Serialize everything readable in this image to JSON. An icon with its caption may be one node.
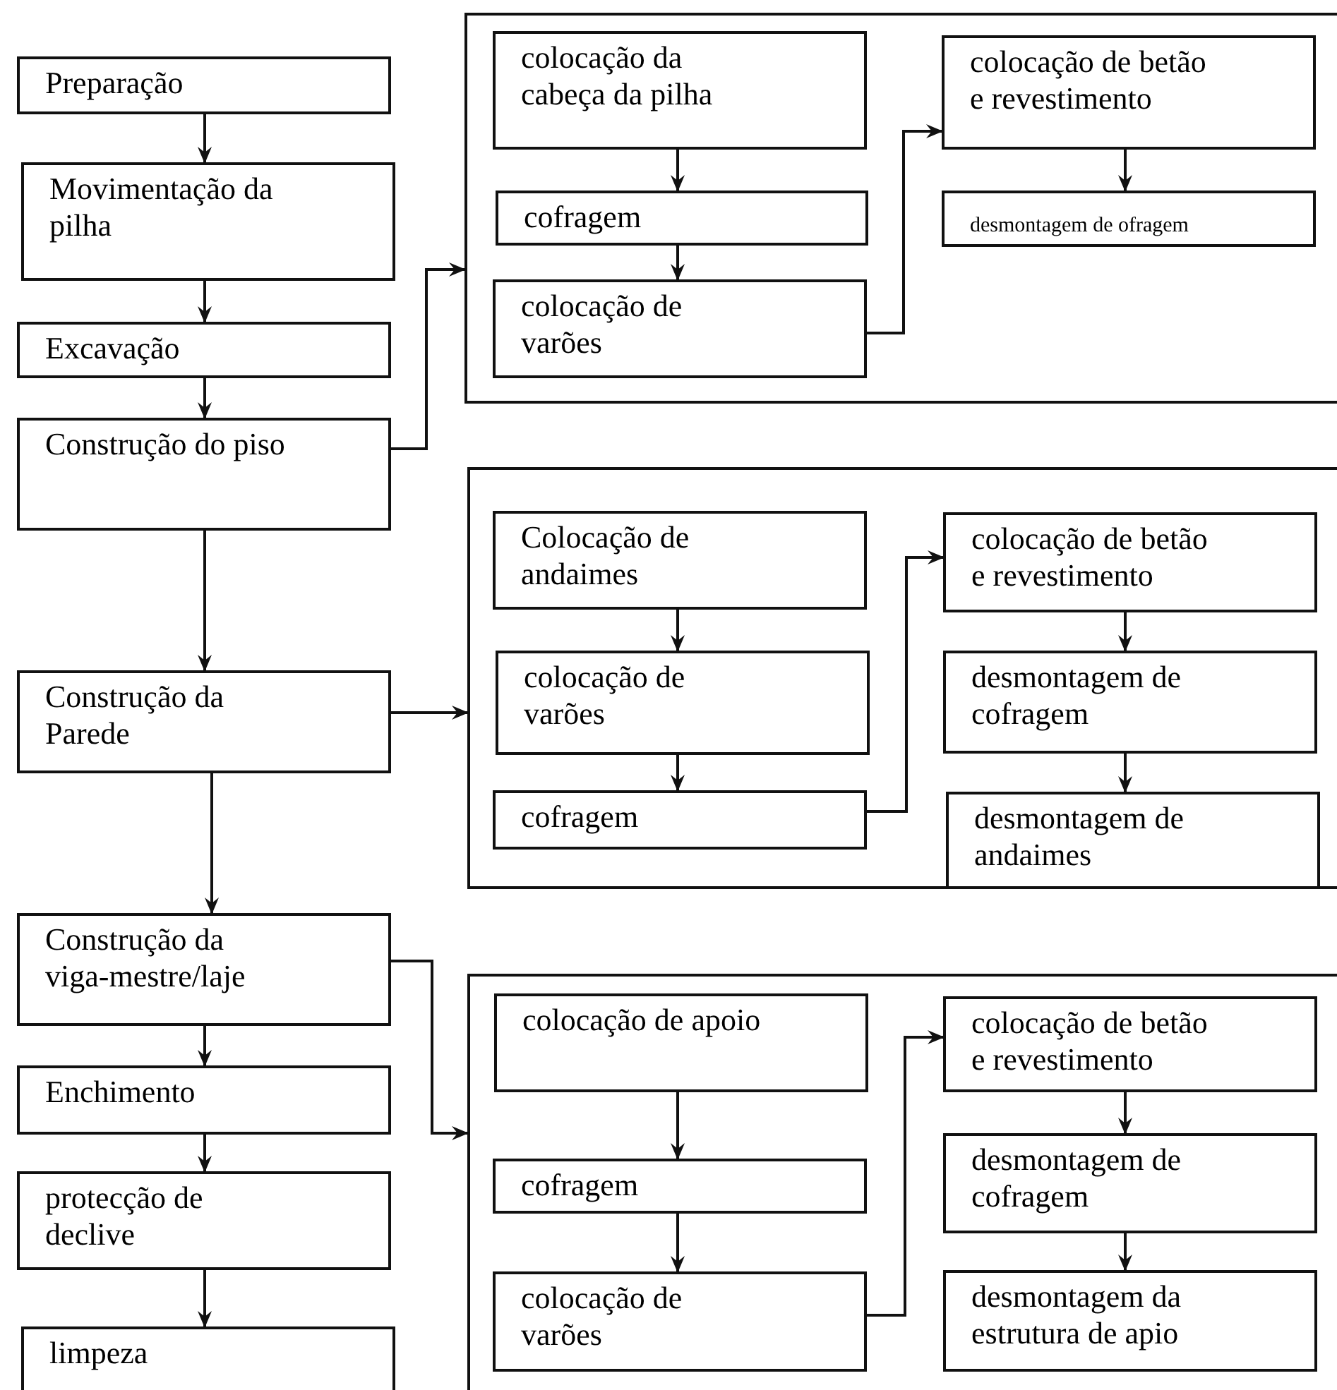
{
  "diagram": {
    "nodes": [
      {
        "text": [
          "Preparação"
        ]
      },
      {
        "text": [
          "Movimentação da pilha"
        ]
      },
      {
        "text": [
          "Excavação"
        ]
      },
      {
        "text": [
          "Construção do piso"
        ]
      },
      {
        "text": [
          "Construção da Parede"
        ]
      },
      {
        "text": [
          "Construção da viga-mestre/laje"
        ]
      },
      {
        "text": [
          "Enchimento"
        ]
      },
      {
        "text": [
          "protecção de declive"
        ]
      },
      {
        "text": [
          "limpeza"
        ]
      },
      {
        "text": [],
        "shape": "box"
      },
      {
        "text": [
          "colocação da cabeça da pilha"
        ],
        "in": 9
      },
      {
        "text": [
          "cofragem"
        ],
        "in": 9
      },
      {
        "text": [
          "colocação de varões"
        ],
        "in": 9
      },
      {
        "text": [
          "colocação de betão e revestimento"
        ],
        "in": 9
      },
      {
        "text": [
          "desmontagem de ofragem"
        ],
        "in": 9
      },
      {
        "text": [],
        "shape": "box"
      },
      {
        "text": [
          "Colocação de andaimes"
        ],
        "in": 15
      },
      {
        "text": [
          "colocação de varões"
        ],
        "in": 15
      },
      {
        "text": [
          "cofragem"
        ],
        "in": 15
      },
      {
        "text": [
          "colocação de betão e revestimento"
        ],
        "in": 15
      },
      {
        "text": [
          "desmontagem de cofragem"
        ],
        "in": 15
      },
      {
        "text": [
          "desmontagem de andaimes"
        ],
        "in": 15
      },
      {
        "text": [],
        "shape": "box"
      },
      {
        "text": [
          "colocação de apoio"
        ],
        "in": 22
      },
      {
        "text": [
          "cofragem"
        ],
        "in": 22
      },
      {
        "text": [
          "colocação de varões"
        ],
        "in": 22
      },
      {
        "text": [
          "colocação de betão e revestimento"
        ],
        "in": 22
      },
      {
        "text": [
          "desmontagem de cofragem"
        ],
        "in": 22
      },
      {
        "text": [
          "desmontagem da estrutura de apio"
        ],
        "in": 22
      }
    ],
    "edges": [
      {
        "from": 0,
        "to": 1,
        "arrow": "to"
      },
      {
        "from": 1,
        "to": 2,
        "arrow": "to"
      },
      {
        "from": 2,
        "to": 3,
        "arrow": "to"
      },
      {
        "from": 3,
        "to": 4,
        "arrow": "to"
      },
      {
        "from": 4,
        "to": 5,
        "arrow": "to"
      },
      {
        "from": 5,
        "to": 6,
        "arrow": "to"
      },
      {
        "from": 6,
        "to": 7,
        "arrow": "to"
      },
      {
        "from": 7,
        "to": 8,
        "arrow": "to"
      },
      {
        "from": 3,
        "to": 9,
        "arrow": "to"
      },
      {
        "from": 4,
        "to": 15,
        "arrow": "to"
      },
      {
        "from": 5,
        "to": 22,
        "arrow": "to"
      },
      {
        "from": 10,
        "to": 11,
        "arrow": "to"
      },
      {
        "from": 11,
        "to": 12,
        "arrow": "to"
      },
      {
        "from": 12,
        "to": 13,
        "arrow": "to"
      },
      {
        "from": 13,
        "to": 14,
        "arrow": "to"
      },
      {
        "from": 16,
        "to": 17,
        "arrow": "to"
      },
      {
        "from": 17,
        "to": 18,
        "arrow": "to"
      },
      {
        "from": 18,
        "to": 19,
        "arrow": "to"
      },
      {
        "from": 19,
        "to": 20,
        "arrow": "to"
      },
      {
        "from": 20,
        "to": 21,
        "arrow": "to"
      },
      {
        "from": 23,
        "to": 24,
        "arrow": "to"
      },
      {
        "from": 24,
        "to": 25,
        "arrow": "to"
      },
      {
        "from": 25,
        "to": 26,
        "arrow": "to"
      },
      {
        "from": 26,
        "to": 27,
        "arrow": "to"
      },
      {
        "from": 27,
        "to": 28,
        "arrow": "to"
      }
    ]
  }
}
